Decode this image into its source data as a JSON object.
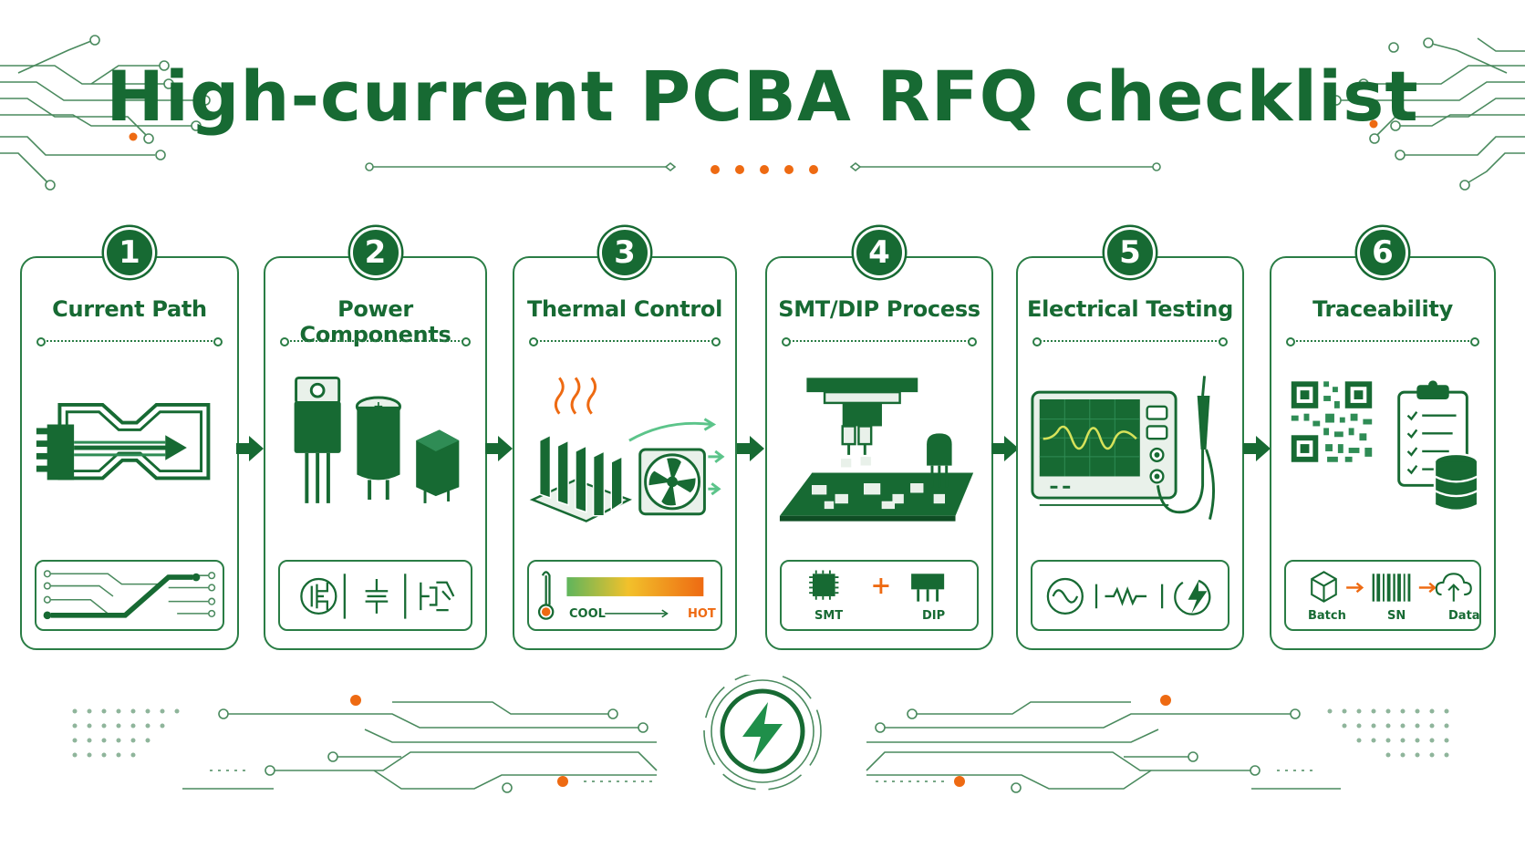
{
  "title": "High-current PCBA RFQ checklist",
  "steps": [
    {
      "number": "1",
      "title": "Current Path"
    },
    {
      "number": "2",
      "title": "Power Components"
    },
    {
      "number": "3",
      "title": "Thermal Control",
      "legend": {
        "cool": "COOL",
        "hot": "HOT"
      }
    },
    {
      "number": "4",
      "title": "SMT/DIP Process",
      "legend": {
        "left": "SMT",
        "right": "DIP"
      }
    },
    {
      "number": "5",
      "title": "Electrical Testing"
    },
    {
      "number": "6",
      "title": "Traceability",
      "legend": {
        "a": "Batch",
        "b": "SN",
        "c": "Data"
      }
    }
  ],
  "colors": {
    "primary": "#176a33",
    "accent": "#ee6a12",
    "light": "#5cc48a"
  }
}
